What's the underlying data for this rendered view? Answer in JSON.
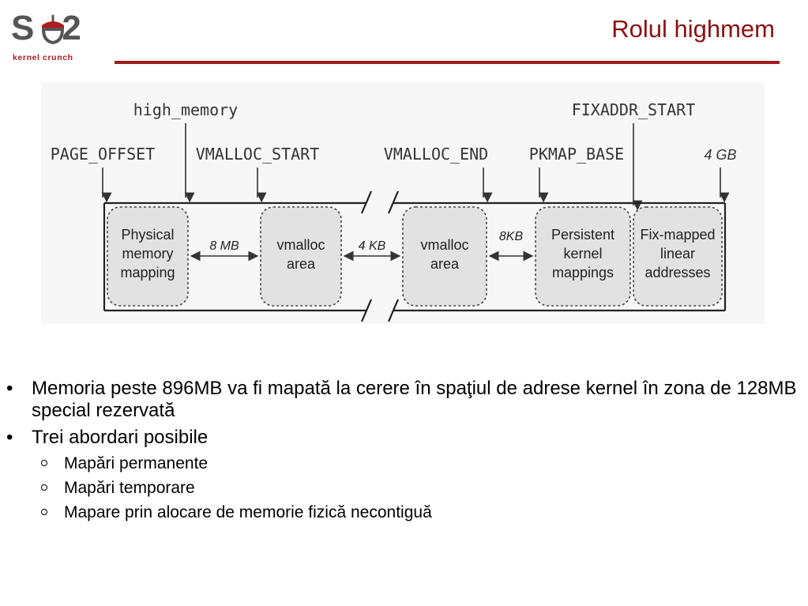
{
  "header": {
    "logo_text_left": "S",
    "logo_text_right": "2",
    "logo_subtitle": "kernel crunch",
    "title": "Rolul highmem",
    "accent_color": "#a31c1c"
  },
  "diagram": {
    "top_labels": {
      "high_memory": "high_memory",
      "fixaddr_start": "FIXADDR_START",
      "page_offset": "PAGE_OFFSET",
      "vmalloc_start": "VMALLOC_START",
      "vmalloc_end": "VMALLOC_END",
      "pkmap_base": "PKMAP_BASE",
      "four_gb": "4 GB"
    },
    "regions": {
      "physical": [
        "Physical",
        "memory",
        "mapping"
      ],
      "vmalloc1": [
        "vmalloc",
        "area"
      ],
      "vmalloc2": [
        "vmalloc",
        "area"
      ],
      "persistent": [
        "Persistent",
        "kernel",
        "mappings"
      ],
      "fixmapped": [
        "Fix-mapped",
        "linear",
        "addresses"
      ]
    },
    "gaps": {
      "gap1": "8 MB",
      "gap2": "4 KB",
      "gap3": "8KB"
    }
  },
  "bullets": {
    "item1": "Memoria peste 896MB va fi mapată la cerere în spaţiul de adrese kernel în zona de 128MB special rezervată",
    "item2": "Trei abordari posibile",
    "sub1": "Mapări permanente",
    "sub2": "Mapări temporare",
    "sub3": "Mapare prin alocare de memorie fizică necontiguă"
  }
}
